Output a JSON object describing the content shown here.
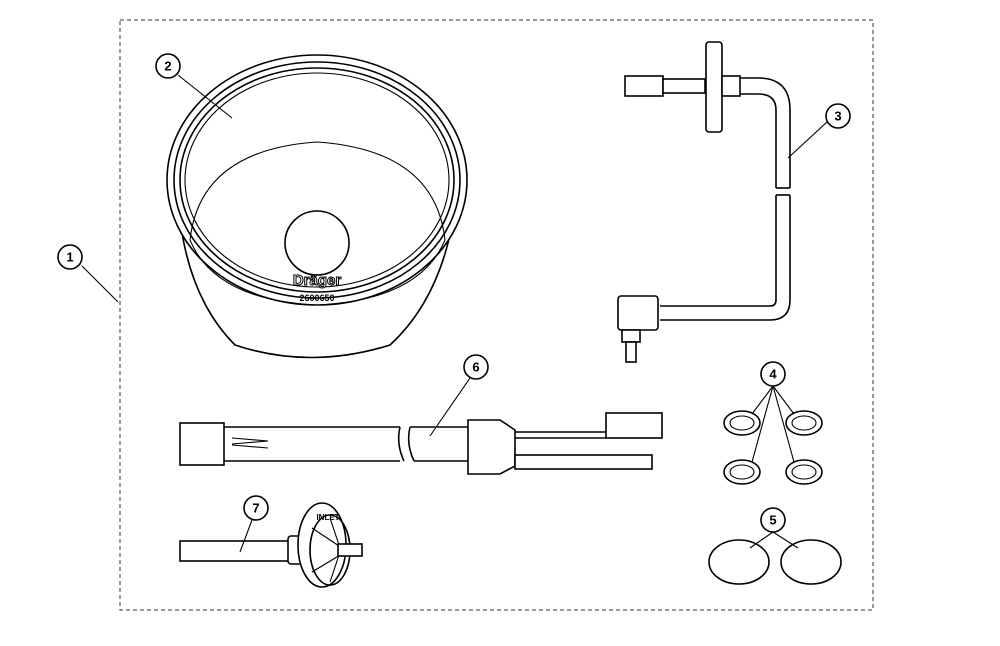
{
  "callouts": {
    "c1": "1",
    "c2": "2",
    "c3": "3",
    "c4": "4",
    "c5": "5",
    "c6": "6",
    "c7": "7"
  },
  "bowl_logo": {
    "brand": "Dräger",
    "part_number": "2600650"
  },
  "filter_label": "INLET",
  "colors": {
    "line": "#000000",
    "background": "#ffffff"
  }
}
